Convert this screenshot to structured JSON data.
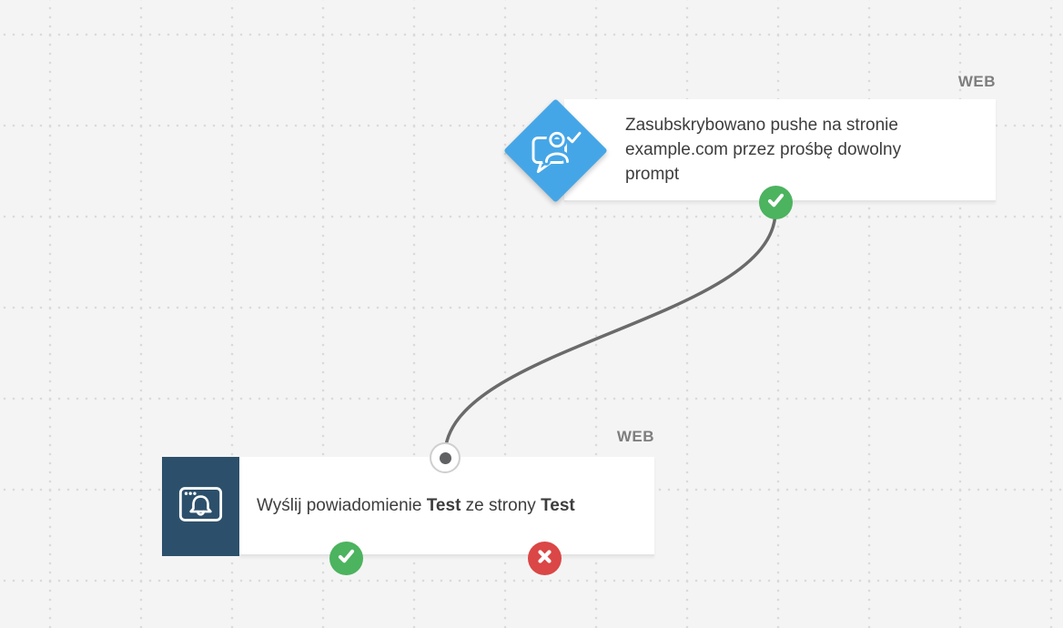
{
  "palette": {
    "canvas-bg": "#f4f4f4",
    "grid-dot": "#dadada",
    "node-card-bg": "#ffffff",
    "trigger-accent": "#45a6e7",
    "action-accent": "#2c506b",
    "success-green": "#4cb35f",
    "fail-red": "#db4646",
    "connector-gray": "#6a6a6a",
    "label-gray": "#7e7e7e",
    "text-dark": "#3d3d3d"
  },
  "trigger_node": {
    "channel_label": "WEB",
    "description": "Zasubskrybowano pushe na stronie example.com przez prośbę dowolny prompt",
    "icon": "subscriber-chat-icon",
    "success_port_icon": "check-icon"
  },
  "action_node": {
    "channel_label": "WEB",
    "text": {
      "prefix": "Wyślij powiadomienie ",
      "notification_name": "Test",
      "middle": " ze strony ",
      "site_name": "Test"
    },
    "icon": "browser-bell-icon",
    "success_port_icon": "check-icon",
    "fail_port_icon": "x-icon"
  },
  "edge": {
    "from": "trigger-success-port",
    "to": "action-input-dot",
    "color": "#6a6a6a"
  },
  "icons": {
    "check": "✓",
    "cross": "✕"
  }
}
